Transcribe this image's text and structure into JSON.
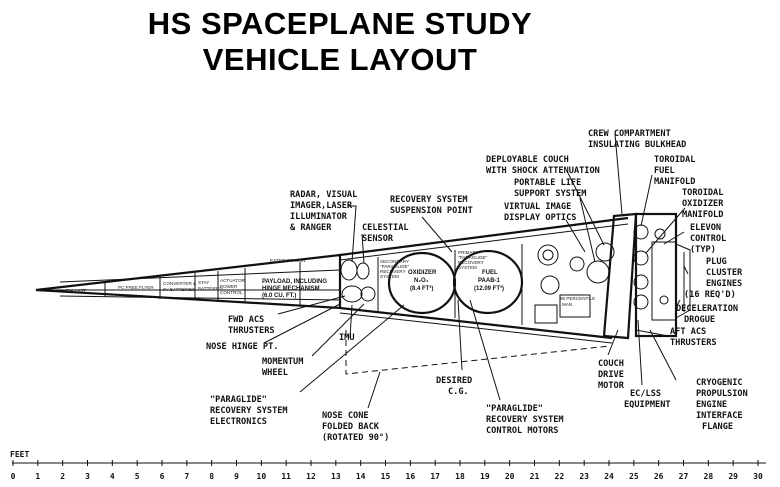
{
  "title_line1": "HS SPACEPLANE STUDY",
  "title_line2": "VEHICLE LAYOUT",
  "labels": {
    "radar": [
      "RADAR, VISUAL",
      "IMAGER,LASER",
      "ILLUMINATOR",
      "& RANGER"
    ],
    "celestial": [
      "CELESTIAL",
      "SENSOR"
    ],
    "recovery_point": [
      "RECOVERY SYSTEM",
      "SUSPENSION POINT"
    ],
    "crew_compartment": [
      "CREW COMPARTMENT",
      "INSULATING BULKHEAD"
    ],
    "deployable_couch": [
      "DEPLOYABLE COUCH",
      "WITH SHOCK ATTENUATION"
    ],
    "portable_life": [
      "PORTABLE LIFE",
      "SUPPORT SYSTEM"
    ],
    "virtual_image": [
      "VIRTUAL IMAGE",
      "DISPLAY OPTICS"
    ],
    "toroidal_fuel": [
      "TOROIDAL",
      "FUEL",
      "MANIFOLD"
    ],
    "toroidal_oxidizer": [
      "TOROIDAL",
      "OXIDIZER",
      "MANIFOLD"
    ],
    "elevon": [
      "ELEVON",
      "CONTROL",
      "(TYP)"
    ],
    "plug_cluster": [
      "PLUG",
      "CLUSTER",
      "ENGINES",
      "(16 REQ'D)"
    ],
    "deceleration": [
      "DECELERATION",
      "DROGUE"
    ],
    "aft_acs": [
      "AFT ACS",
      "THRUSTERS"
    ],
    "fwd_acs": [
      "FWD ACS",
      "THRUSTERS"
    ],
    "nose_hinge": "NOSE HINGE PT.",
    "imu": "IMU",
    "momentum": [
      "MOMENTUM",
      "WHEEL"
    ],
    "paraglide_electronics": [
      "\"PARAGLIDE\"",
      "RECOVERY SYSTEM",
      "ELECTRONICS"
    ],
    "nose_cone": [
      "NOSE CONE",
      "FOLDED BACK",
      "(ROTATED 90°)"
    ],
    "desired_cg": [
      "DESIRED",
      "C.G."
    ],
    "paraglide_motors": [
      "\"PARAGLIDE\"",
      "RECOVERY SYSTEM",
      "CONTROL MOTORS"
    ],
    "couch_drive": [
      "COUCH",
      "DRIVE",
      "MOTOR"
    ],
    "eclss": [
      "EC/LSS",
      "EQUIPMENT"
    ],
    "cryogenic": [
      "CRYOGENIC",
      "PROPULSION",
      "ENGINE",
      "INTERFACE",
      "FLANGE"
    ]
  },
  "internal": {
    "oxidizer": [
      "OXIDIZER",
      "N₂O₄",
      "(8.4 FT³)"
    ],
    "fuel": [
      "FUEL",
      "PAAB-1",
      "(12.09 FT³)"
    ],
    "payload": [
      "PAYLOAD, INCLUDING",
      "HINGE MECHANISM",
      "(6.0 CU. FT.)"
    ],
    "ballast": "BALLAST",
    "pc_free": "PC FREE FLYER",
    "converter": [
      "CONVERTER &",
      "9V BATTERIES"
    ],
    "stay_batteries": [
      "STAY",
      "BATTERIES"
    ],
    "actuator": [
      "ACTUATOR",
      "POWER",
      "CONTROL"
    ],
    "secondary": [
      "SECONDARY",
      "\"PARAGLIDE\"",
      "RECOVERY",
      "SYSTEM"
    ],
    "primary": [
      "PRIMARY",
      "\"PARAGLIDE\"",
      "RECOVERY",
      "SYSTEM"
    ],
    "percentile": "95 PERCENTILE",
    "man": "MAN",
    "exterior_skin": "EXTERIOR SKIN"
  },
  "scale": {
    "unit_label": "FEET",
    "ticks": [
      "0",
      "1",
      "2",
      "3",
      "4",
      "5",
      "6",
      "7",
      "8",
      "9",
      "10",
      "11",
      "12",
      "13",
      "14",
      "15",
      "16",
      "17",
      "18",
      "19",
      "20",
      "21",
      "22",
      "23",
      "24",
      "25",
      "26",
      "27",
      "28",
      "29",
      "30"
    ]
  }
}
